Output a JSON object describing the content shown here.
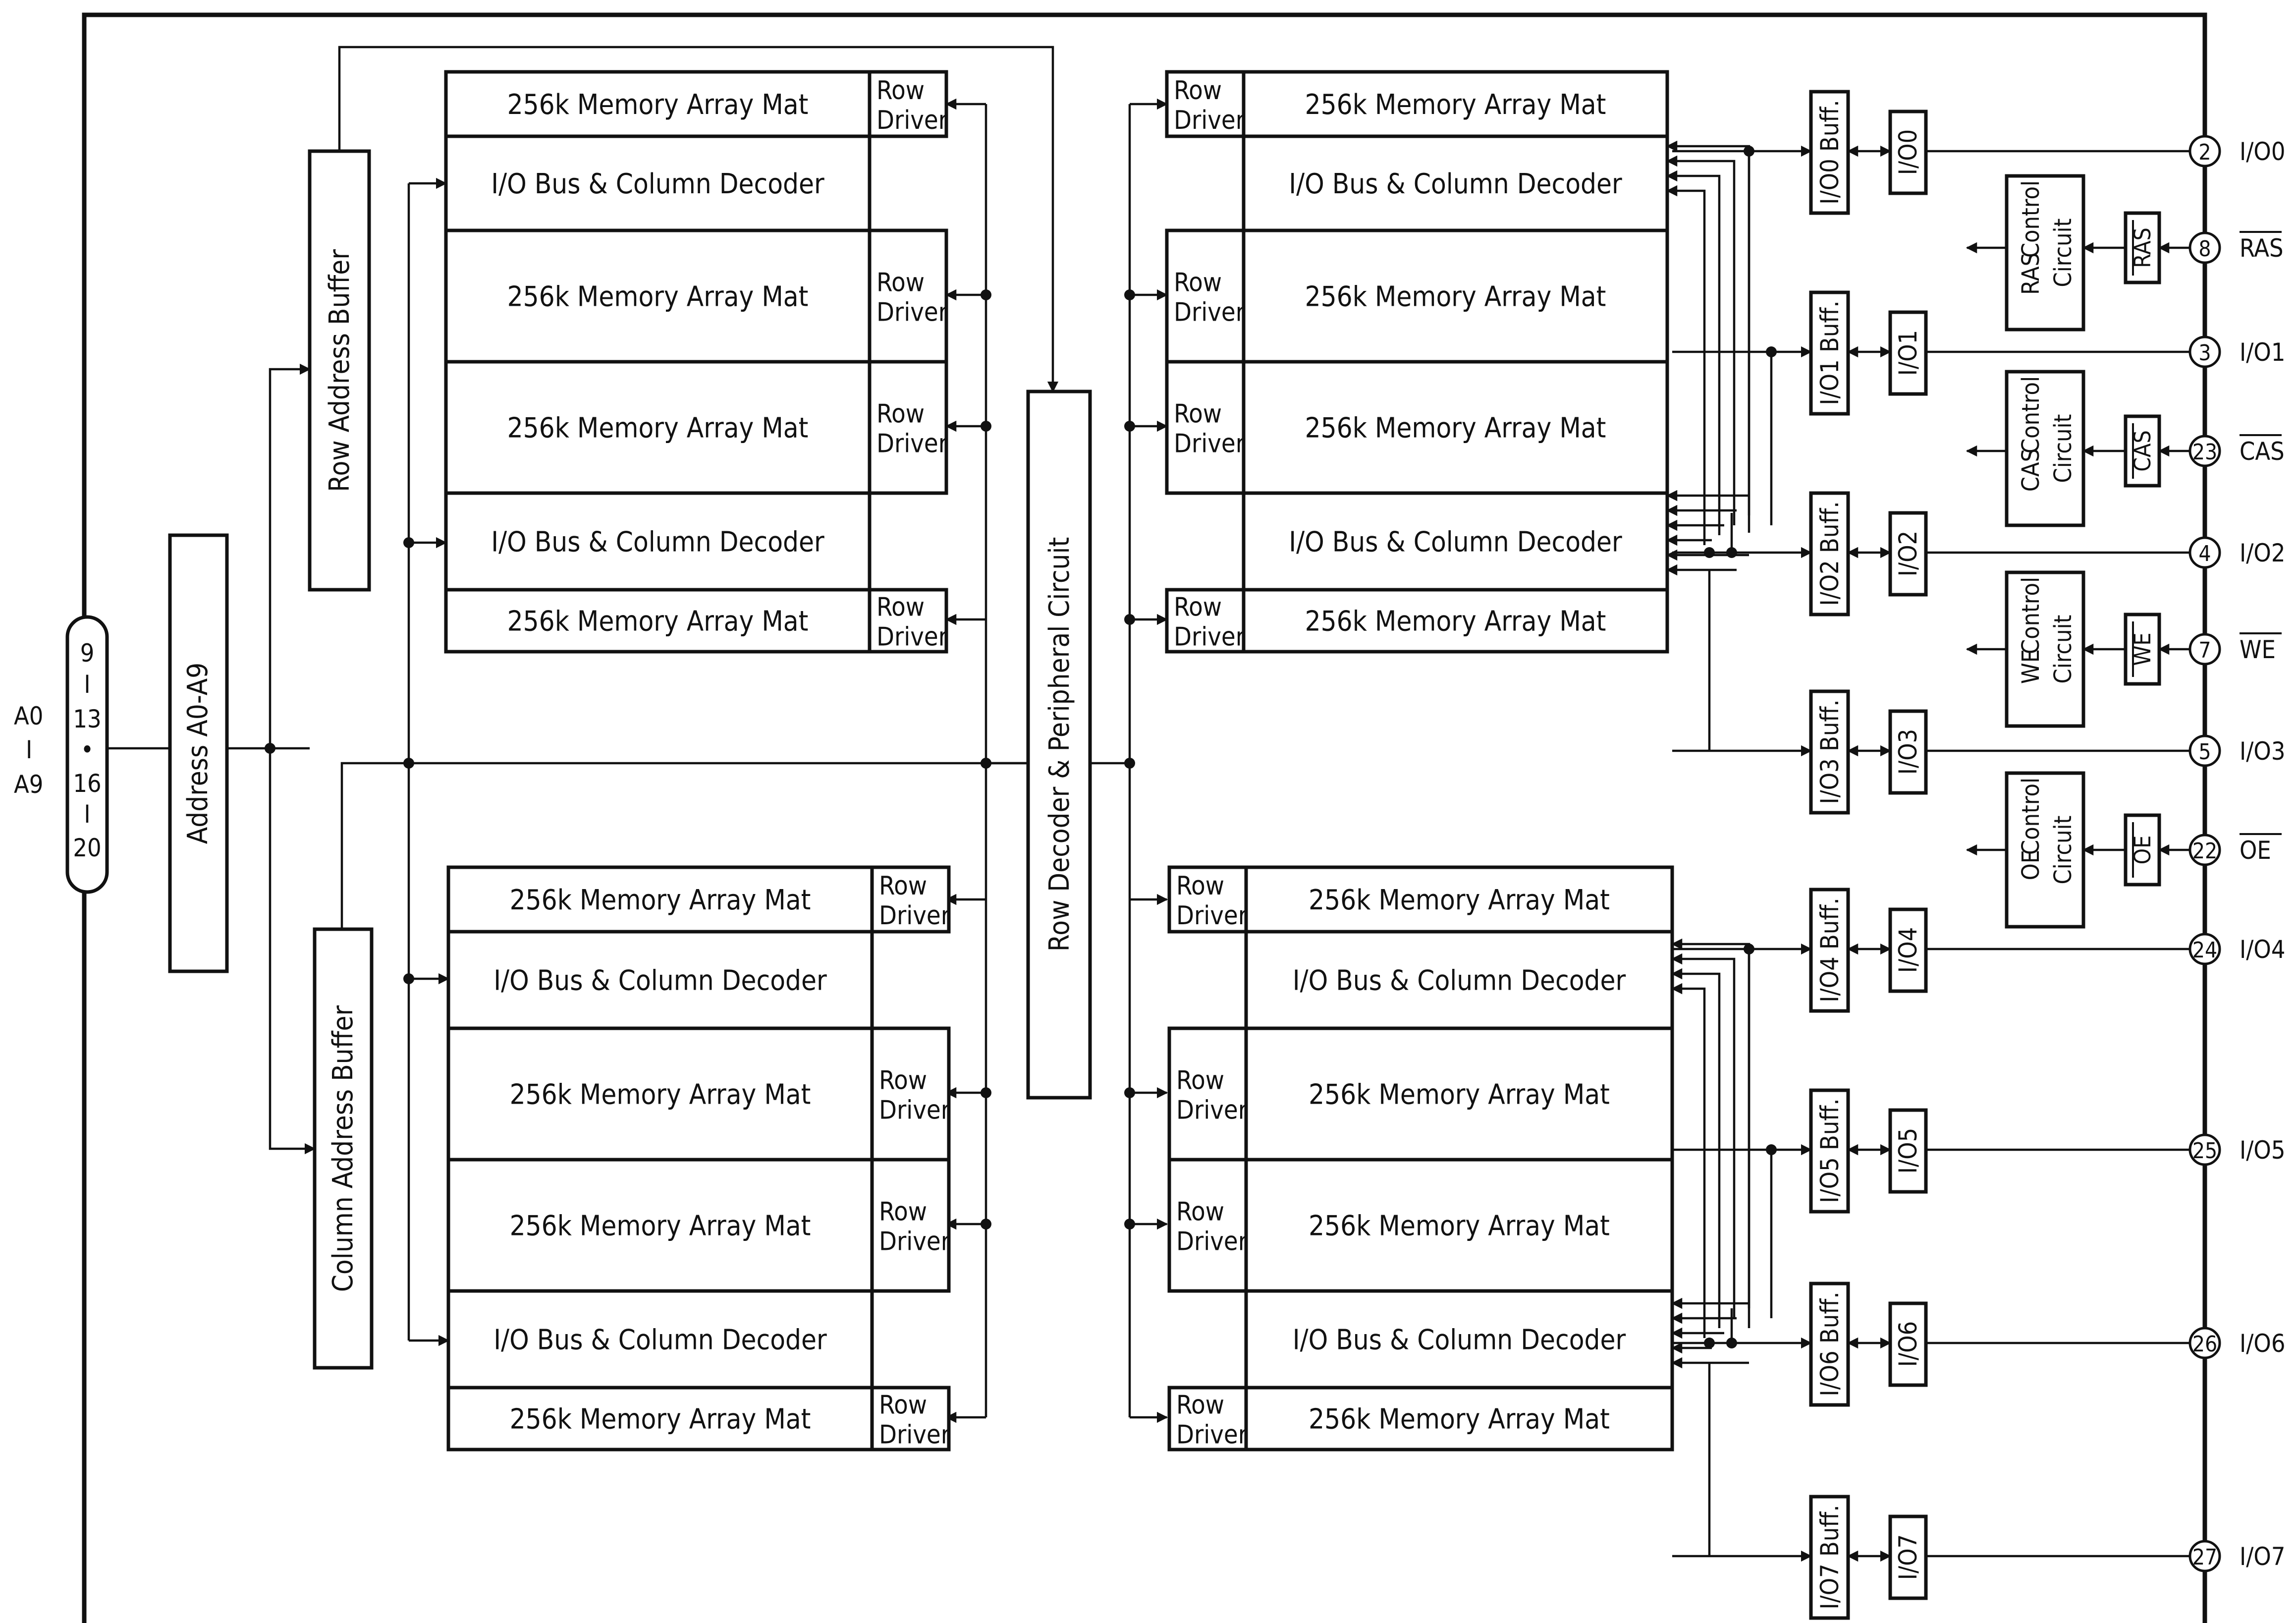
{
  "labels": {
    "memory_mat": "256k Memory Array Mat",
    "io_bus": "I/O Bus & Column Decoder",
    "row_driver_1": "Row",
    "row_driver_2": "Driver",
    "row_address_buffer": "Row Address Buffer",
    "column_address_buffer": "Column Address Buffer",
    "address_block": "Address A0-A9",
    "row_decoder": "Row Decoder & Peripheral Circuit",
    "control_word": "Control",
    "circuit_word": "Circuit"
  },
  "address_pins": {
    "top": "A0",
    "dash": "I",
    "bottom": "A9",
    "connector": [
      "9",
      "I",
      "13",
      "•",
      "16",
      "I",
      "20"
    ]
  },
  "io_channels": [
    {
      "buffer": "I/O0 Buff.",
      "port": "I/O0",
      "pin": "2",
      "signal": "I/O0"
    },
    {
      "buffer": "I/O1 Buff.",
      "port": "I/O1",
      "pin": "3",
      "signal": "I/O1"
    },
    {
      "buffer": "I/O2 Buff.",
      "port": "I/O2",
      "pin": "4",
      "signal": "I/O2"
    },
    {
      "buffer": "I/O3 Buff.",
      "port": "I/O3",
      "pin": "5",
      "signal": "I/O3"
    },
    {
      "buffer": "I/O4 Buff.",
      "port": "I/O4",
      "pin": "24",
      "signal": "I/O4"
    },
    {
      "buffer": "I/O5 Buff.",
      "port": "I/O5",
      "pin": "25",
      "signal": "I/O5"
    },
    {
      "buffer": "I/O6 Buff.",
      "port": "I/O6",
      "pin": "26",
      "signal": "I/O6"
    },
    {
      "buffer": "I/O7 Buff.",
      "port": "I/O7",
      "pin": "27",
      "signal": "I/O7"
    }
  ],
  "control_signals": [
    {
      "name": "RAS",
      "pin": "8"
    },
    {
      "name": "CAS",
      "pin": "23"
    },
    {
      "name": "WE",
      "pin": "7"
    },
    {
      "name": "OE",
      "pin": "22"
    }
  ]
}
